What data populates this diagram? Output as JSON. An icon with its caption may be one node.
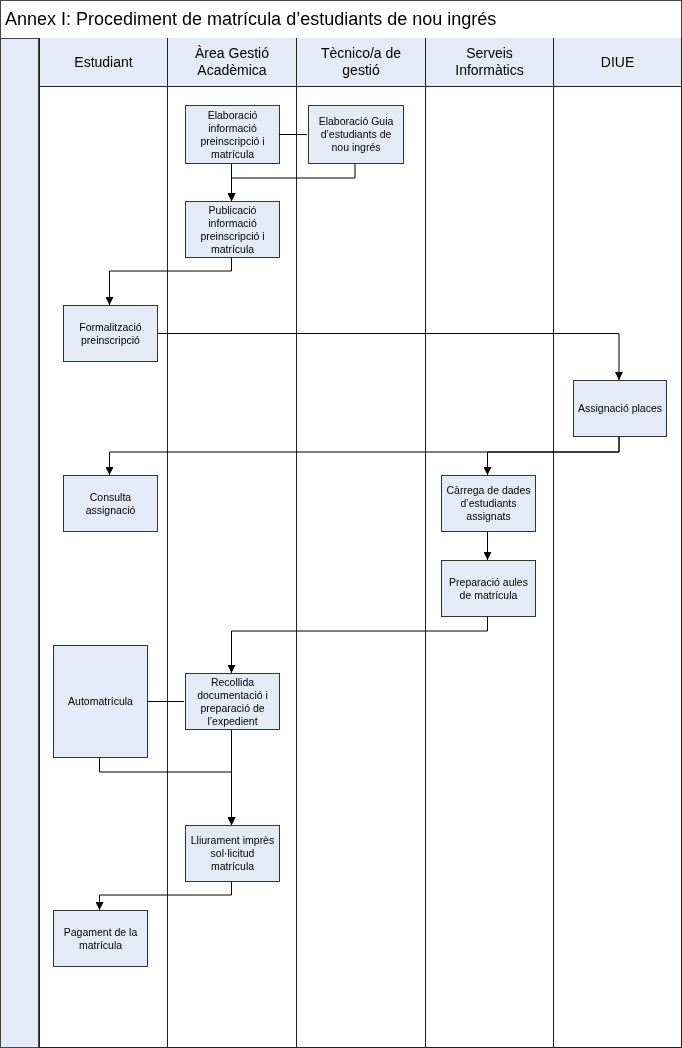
{
  "diagram": {
    "title": "Annex I: Procediment de matrícula d’estudiants de nou ingrés",
    "nodes": [
      {
        "text": [
          "Estudiant"
        ]
      },
      {
        "text": [
          "Àrea Gestió Acadèmica"
        ]
      },
      {
        "text": [
          "Tècnico/a de gestió"
        ]
      },
      {
        "text": [
          "Serveis Informàtics"
        ]
      },
      {
        "text": [
          "DIUE"
        ]
      },
      {
        "text": [
          "Elaboració informació preinscripció i matrícula"
        ],
        "in": 1
      },
      {
        "text": [
          "Elaboració Guia d’estudiants de nou ingrés"
        ],
        "in": 2
      },
      {
        "text": [
          "Publicació informació preinscripció i matrícula"
        ],
        "in": 1
      },
      {
        "text": [
          "Formalització preinscripció"
        ],
        "in": 0
      },
      {
        "text": [
          "Assignació places"
        ],
        "in": 4
      },
      {
        "text": [
          "Consulta assignació"
        ],
        "in": 0
      },
      {
        "text": [
          "Càrrega de dades d’estudiants assignats"
        ],
        "in": 3
      },
      {
        "text": [
          "Preparació aules de matrícula"
        ],
        "in": 3
      },
      {
        "text": [
          "Automatrícula"
        ],
        "in": 0
      },
      {
        "text": [
          "Recollida documentació i preparació de l’expedient"
        ],
        "in": 1
      },
      {
        "text": [
          "Lliurament imprès sol·licitud matrícula"
        ],
        "in": 1
      },
      {
        "text": [
          "Pagament de la matrícula"
        ],
        "in": 0
      }
    ],
    "edges": [
      {
        "from": 5,
        "to": 6,
        "arrow": "none"
      },
      {
        "from": 5,
        "to": 7,
        "arrow": "to"
      },
      {
        "from": 6,
        "to": 7,
        "arrow": "to"
      },
      {
        "from": 7,
        "to": 8,
        "arrow": "to"
      },
      {
        "from": 8,
        "to": 9,
        "arrow": "to"
      },
      {
        "from": 9,
        "to": 10,
        "arrow": "to"
      },
      {
        "from": 9,
        "to": 11,
        "arrow": "to"
      },
      {
        "from": 11,
        "to": 12,
        "arrow": "to"
      },
      {
        "from": 12,
        "to": 14,
        "arrow": "to"
      },
      {
        "from": 13,
        "to": 14,
        "arrow": "none"
      },
      {
        "from": 14,
        "to": 15,
        "arrow": "to"
      },
      {
        "from": 13,
        "to": 15,
        "arrow": "to"
      },
      {
        "from": 15,
        "to": 16,
        "arrow": "to"
      }
    ]
  }
}
